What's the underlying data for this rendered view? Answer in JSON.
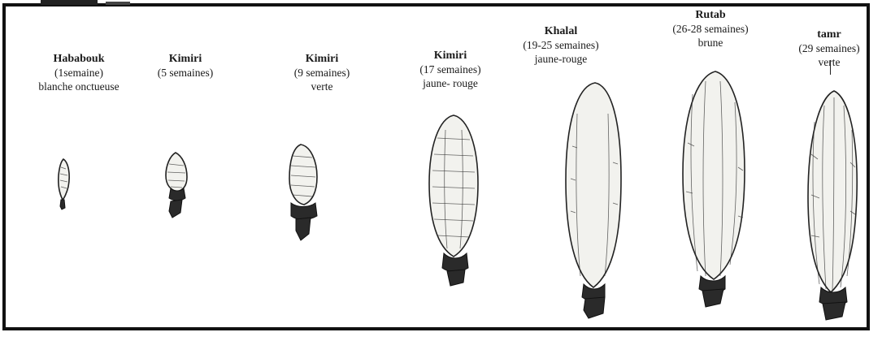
{
  "stages": [
    {
      "name": "Hababouk",
      "duration": "(1semaine)",
      "color": "blanche onctueuse"
    },
    {
      "name": "Kimiri",
      "duration": "(5 semaines)",
      "color": ""
    },
    {
      "name": "Kimiri",
      "duration": "(9 semaines)",
      "color": "verte"
    },
    {
      "name": "Kimiri",
      "duration": "(17 semaines)",
      "color": "jaune- rouge"
    },
    {
      "name": "Khalal",
      "duration": "(19-25 semaines)",
      "color": "jaune-rouge"
    },
    {
      "name": "Rutab",
      "duration": "(26-28 semaines)",
      "color": "brune"
    },
    {
      "name": "tamr",
      "duration": "(29 semaines)",
      "color": "verte"
    }
  ],
  "colors": {
    "ink": "#222222",
    "frame": "#111111",
    "paper": "#ffffff"
  }
}
